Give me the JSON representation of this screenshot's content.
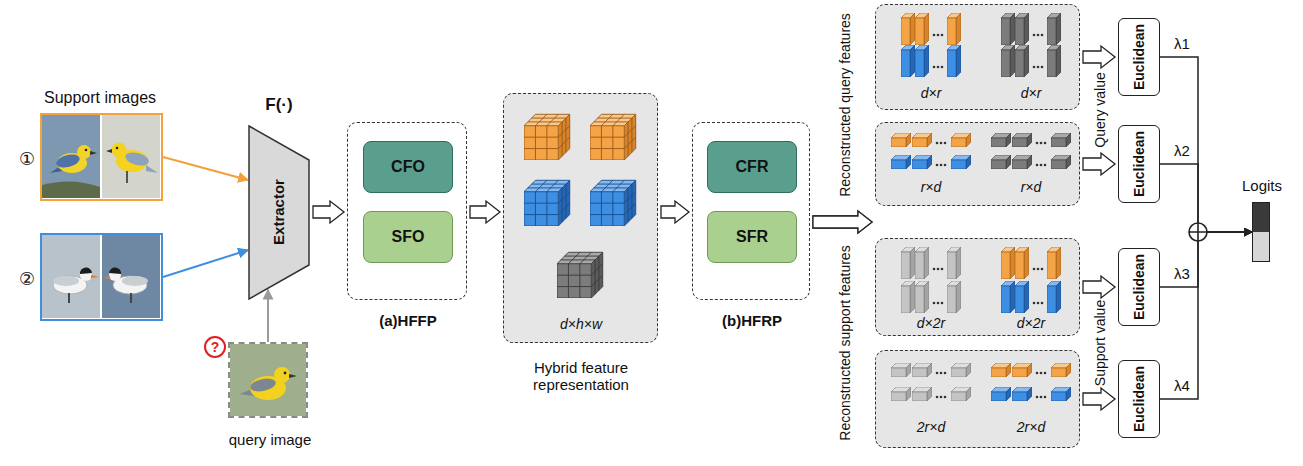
{
  "diagram": {
    "nodes": [
      {
        "text": [
          "①"
        ]
      },
      {
        "text": [
          "②"
        ]
      },
      {
        "text": [
          "?",
          "query image"
        ]
      },
      {
        "text": [
          "F(·)",
          "Extractor"
        ]
      },
      {
        "text": [
          "(a)HFFP"
        ]
      },
      {
        "text": [
          "CFO"
        ],
        "in": 4
      },
      {
        "text": [
          "SFO"
        ],
        "in": 4
      },
      {
        "text": [
          "d×h×w",
          "Hybrid feature representation"
        ]
      },
      {
        "text": [
          "(b)HFRP"
        ]
      },
      {
        "text": [
          "CFR"
        ],
        "in": 8
      },
      {
        "text": [
          "SFR"
        ],
        "in": 8
      },
      {
        "text": [
          "d×r",
          "d×r"
        ]
      },
      {
        "text": [
          "r×d",
          "r×d"
        ]
      },
      {
        "text": [
          "d×2r",
          "d×2r"
        ]
      },
      {
        "text": [
          "2r×d",
          "2r×d"
        ]
      },
      {
        "text": [
          "Euclidean"
        ]
      },
      {
        "text": [
          "Euclidean"
        ]
      },
      {
        "text": [
          "Euclidean"
        ]
      },
      {
        "text": [
          "Euclidean"
        ]
      },
      {
        "text": [
          "Logits"
        ]
      }
    ],
    "edges": [
      {
        "from": 0,
        "to": 3,
        "arrow": "to"
      },
      {
        "from": 1,
        "to": 3,
        "arrow": "to"
      },
      {
        "from": 2,
        "to": 3,
        "arrow": "to"
      },
      {
        "from": 3,
        "to": 4,
        "arrow": "to"
      },
      {
        "from": 4,
        "to": 7,
        "arrow": "to"
      },
      {
        "from": 7,
        "to": 8,
        "arrow": "to"
      },
      {
        "from": 8,
        "to": 12,
        "arrow": "to"
      },
      {
        "from": 8,
        "to": 13,
        "arrow": "to"
      },
      {
        "from": 11,
        "to": 15,
        "arrow": "to"
      },
      {
        "from": 12,
        "to": 16,
        "arrow": "to"
      },
      {
        "from": 13,
        "to": 17,
        "arrow": "to"
      },
      {
        "from": 14,
        "to": 18,
        "arrow": "to"
      },
      {
        "from": 15,
        "to": 19,
        "label": "λ1",
        "arrow": "to"
      },
      {
        "from": 16,
        "to": 19,
        "label": "λ2",
        "arrow": "to"
      },
      {
        "from": 17,
        "to": 19,
        "label": "λ3",
        "arrow": "to"
      },
      {
        "from": 18,
        "to": 19,
        "label": "λ4",
        "arrow": "to"
      }
    ],
    "labels": [
      "Support images",
      "Reconstructed query features",
      "Reconstructed support features",
      "Query value",
      "Support value"
    ]
  }
}
